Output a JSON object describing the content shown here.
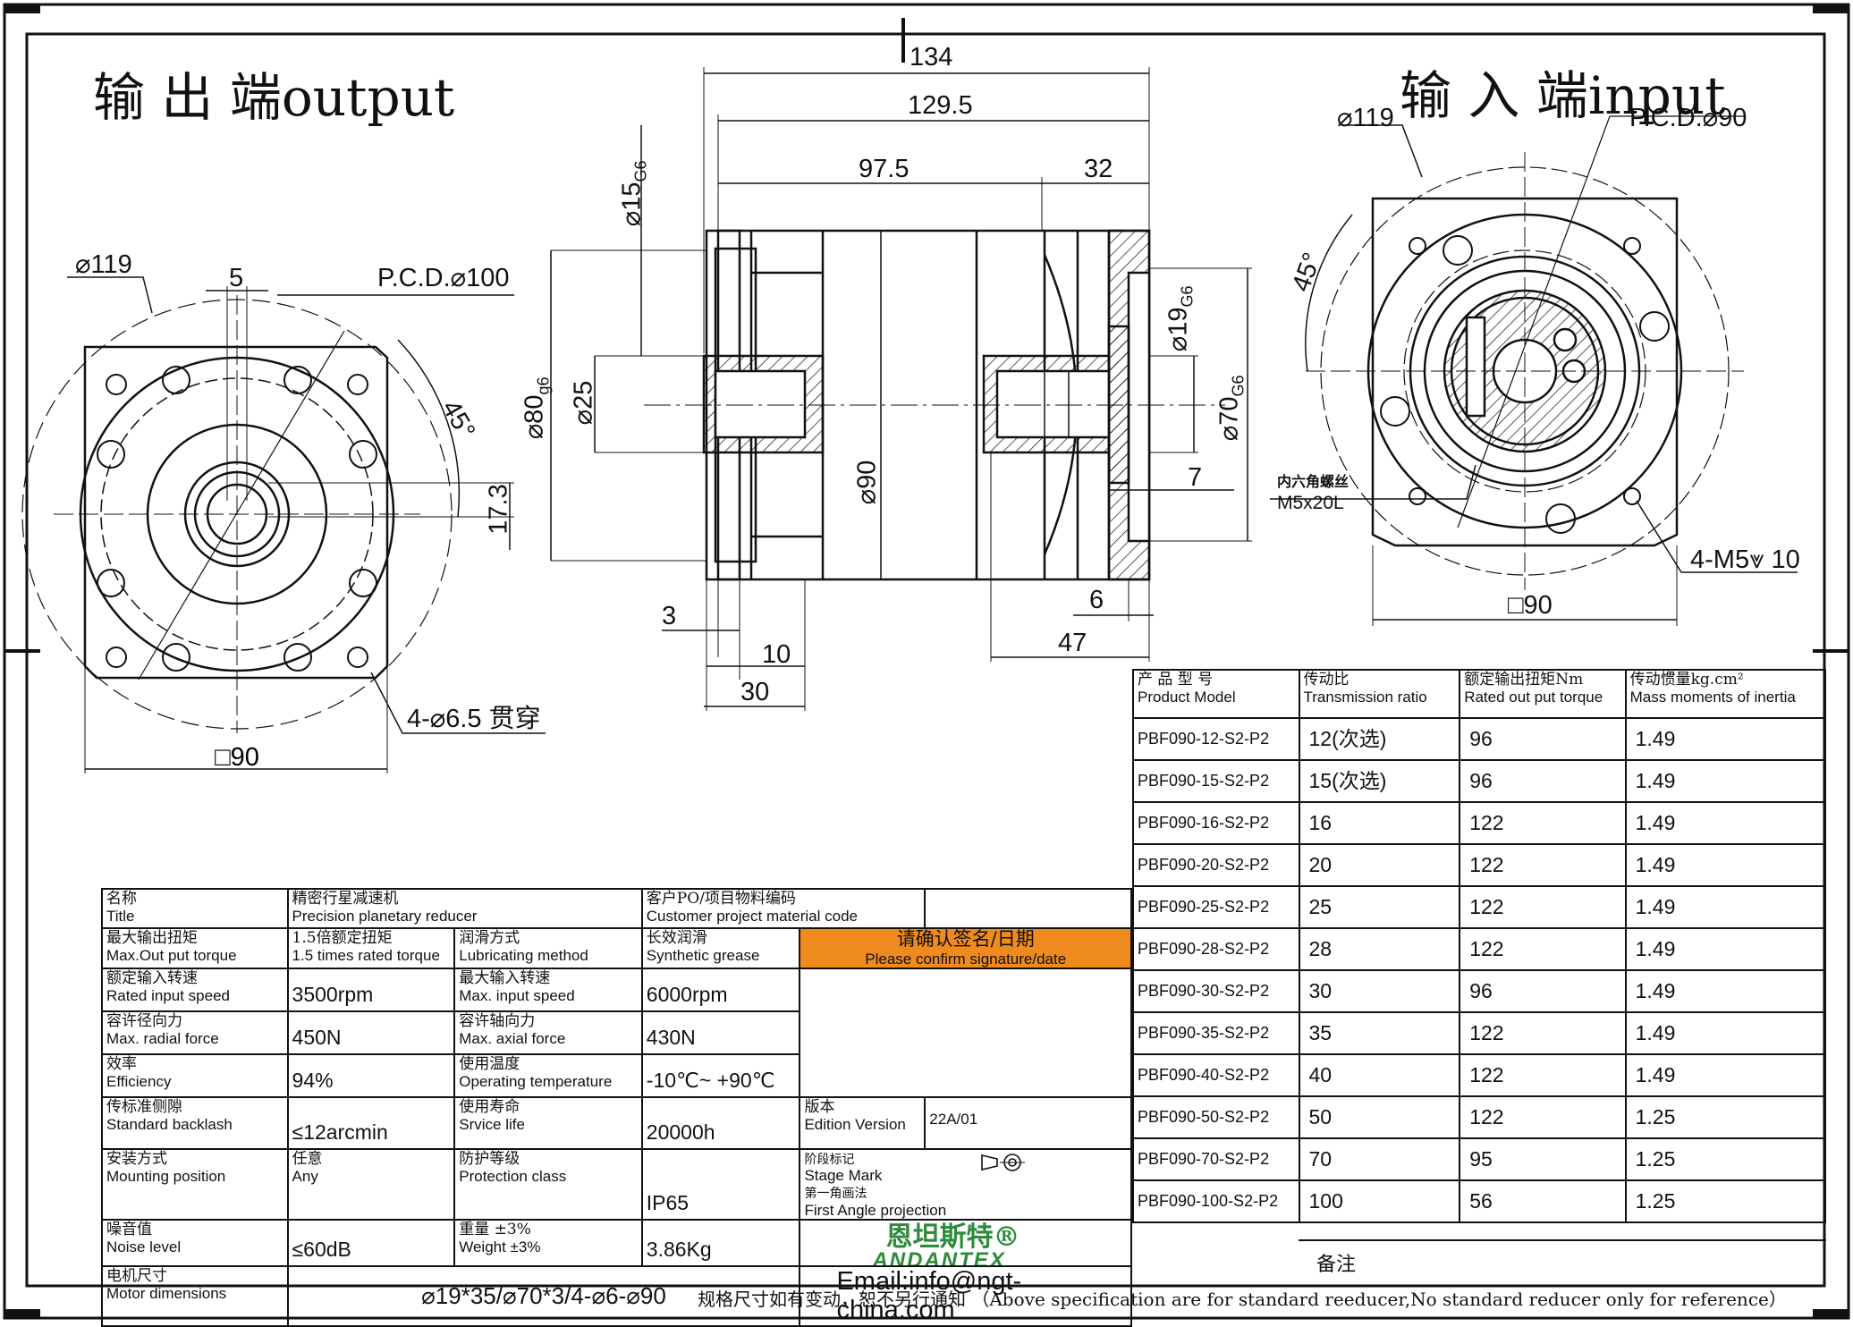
{
  "views": {
    "output_title": "输 出 端output",
    "input_title": "输 入 端input"
  },
  "output_view": {
    "dia": "⌀119",
    "key_width": "5",
    "pcd": "P.C.D.⌀100",
    "angle": "45°",
    "key_height": "17.3",
    "holes": "4-⌀6.5 贯穿",
    "square": "□90"
  },
  "side_view": {
    "len_total": "134",
    "len_129": "129.5",
    "len_97": "97.5",
    "len_32": "32",
    "shaft_dia": "⌀15",
    "shaft_fit": "G6",
    "pilot": "⌀80",
    "pilot_fit": "g6",
    "shaft25": "⌀25",
    "body90": "⌀90",
    "bore19": "⌀19",
    "bore19_fit": "G6",
    "spigot70": "⌀70",
    "spigot70_fit": "G6",
    "d7": "7",
    "d3": "3",
    "d10": "10",
    "d30": "30",
    "d6": "6",
    "d47": "47"
  },
  "input_view": {
    "dia": "⌀119",
    "pcd": "P.C.D.⌀90",
    "angle": "45°",
    "screw_cn": "内六角螺丝",
    "screw": "M5x20L",
    "taps": "4-M5",
    "tap_depth": "10",
    "square": "□90"
  },
  "ratio_table": {
    "headers": [
      {
        "cn": "产 品 型 号",
        "en": "Product Model"
      },
      {
        "cn": "传动比",
        "en": "Transmission ratio"
      },
      {
        "cn": "额定输出扭矩Nm",
        "en": "Rated out put torque"
      },
      {
        "cn": "传动惯量kg.cm²",
        "en": "Mass moments of inertia"
      }
    ],
    "rows": [
      {
        "model": "PBF090-12-S2-P2",
        "ratio": "12(次选)",
        "torque": "96",
        "inertia": "1.49"
      },
      {
        "model": "PBF090-15-S2-P2",
        "ratio": "15(次选)",
        "torque": "96",
        "inertia": "1.49"
      },
      {
        "model": "PBF090-16-S2-P2",
        "ratio": "16",
        "torque": "122",
        "inertia": "1.49"
      },
      {
        "model": "PBF090-20-S2-P2",
        "ratio": "20",
        "torque": "122",
        "inertia": "1.49"
      },
      {
        "model": "PBF090-25-S2-P2",
        "ratio": "25",
        "torque": "122",
        "inertia": "1.49"
      },
      {
        "model": "PBF090-28-S2-P2",
        "ratio": "28",
        "torque": "122",
        "inertia": "1.49"
      },
      {
        "model": "PBF090-30-S2-P2",
        "ratio": "30",
        "torque": "96",
        "inertia": "1.49"
      },
      {
        "model": "PBF090-35-S2-P2",
        "ratio": "35",
        "torque": "122",
        "inertia": "1.49"
      },
      {
        "model": "PBF090-40-S2-P2",
        "ratio": "40",
        "torque": "122",
        "inertia": "1.49"
      },
      {
        "model": "PBF090-50-S2-P2",
        "ratio": "50",
        "torque": "122",
        "inertia": "1.25"
      },
      {
        "model": "PBF090-70-S2-P2",
        "ratio": "70",
        "torque": "95",
        "inertia": "1.25"
      },
      {
        "model": "PBF090-100-S2-P2",
        "ratio": "100",
        "torque": "56",
        "inertia": "1.25"
      }
    ]
  },
  "spec": {
    "title_cn": "名称",
    "title_en": "Title",
    "product_cn": "精密行星减速机",
    "product_en": "Precision planetary reducer",
    "customer_cn": "客户PO/项目物料编码",
    "customer_en": "Customer project material code",
    "maxtorque_cn": "最大输出扭矩",
    "maxtorque_en": "Max.Out put torque",
    "maxtorque_val_cn": "1.5倍额定扭矩",
    "maxtorque_val_en": "1.5 times rated torque",
    "lube_cn": "润滑方式",
    "lube_en": "Lubricating method",
    "lube_val_cn": "长效润滑",
    "lube_val_en": "Synthetic grease",
    "confirm_cn": "请确认签名/日期",
    "confirm_en": "Please confirm signature/date",
    "rin_cn": "额定输入转速",
    "rin_en": "Rated input speed",
    "rin_val": "3500rpm",
    "min_cn": "最大输入转速",
    "min_en": "Max. input speed",
    "min_val": "6000rpm",
    "rad_cn": "容许径向力",
    "rad_en": "Max. radial force",
    "rad_val": "450N",
    "ax_cn": "容许轴向力",
    "ax_en": "Max. axial force",
    "ax_val": "430N",
    "eff_cn": "效率",
    "eff_en": "Efficiency",
    "eff_val": "94%",
    "temp_cn": "使用温度",
    "temp_en": "Operating temperature",
    "temp_val": "-10℃~ +90℃",
    "ver_cn": "版本",
    "ver_en": "Edition Version",
    "ver_val": "22A/01",
    "bl_cn": "传标准侧隙",
    "bl_en": "Standard backlash",
    "bl_val": "≤12arcmin",
    "life_cn": "使用寿命",
    "life_en": "Srvice life",
    "life_val": "20000h",
    "stage_cn": "阶段标记",
    "stage_en": "Stage Mark",
    "mount_cn": "安装方式",
    "mount_en": "Mounting position",
    "any_cn": "任意",
    "any_en": "Any",
    "prot_cn": "防护等级",
    "prot_en": "Protection class",
    "prot_val": "IP65",
    "proj_cn": "第一角画法",
    "proj_en": "First Angle projection",
    "noise_cn": "噪音值",
    "noise_en": "Noise level",
    "noise_val": "≤60dB",
    "weight_cn": "重量 ±3%",
    "weight_en": "Weight ±3%",
    "weight_val": "3.86Kg",
    "motor_cn": "电机尺寸",
    "motor_en": "Motor dimensions",
    "motor_val": "⌀19*35/⌀70*3/4-⌀6-⌀90",
    "email": "Email:info@ngt-china.com",
    "remark": "备注"
  },
  "logo": {
    "cn": "恩坦斯特®",
    "en": "ANDANTEX"
  },
  "footer": "规格尺寸如有变动，恕不另行通知 （Above specification are for standard reeducer,No standard reducer only for reference）"
}
